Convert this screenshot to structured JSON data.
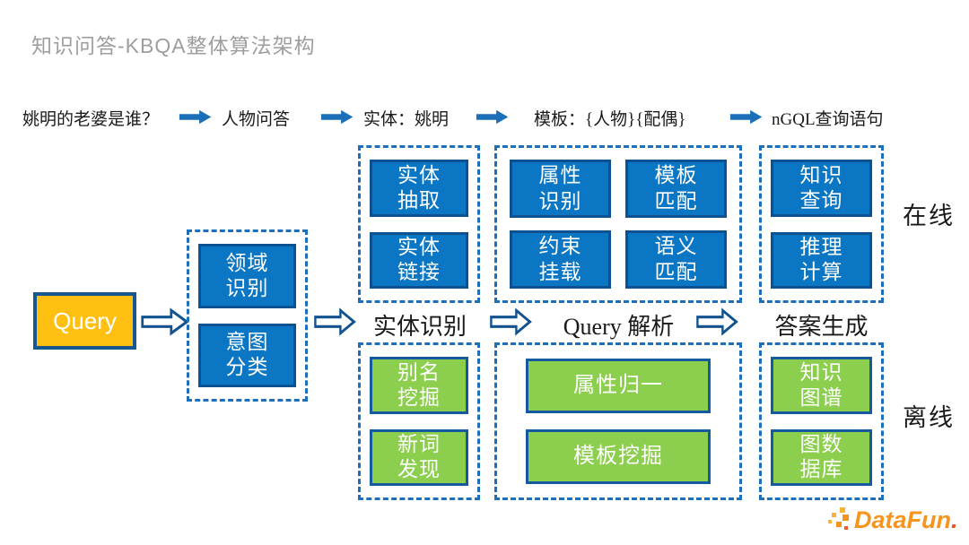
{
  "title": "知识问答-KBQA整体算法架构",
  "top_flow": {
    "items": [
      "姚明的老婆是谁？",
      "人物问答",
      "实体：姚明",
      "模板：{人物}{配偶}",
      "nGQL查询语句"
    ]
  },
  "query_box": "Query",
  "stage1": {
    "boxes": [
      "领域\n识别",
      "意图\n分类"
    ]
  },
  "columns": [
    {
      "label": "实体识别",
      "online": [
        "实体\n抽取",
        "实体\n链接"
      ],
      "offline": [
        "别名\n挖掘",
        "新词\n发现"
      ]
    },
    {
      "label": "Query 解析",
      "online": [
        "属性\n识别",
        "模板\n匹配",
        "约束\n挂载",
        "语义\n匹配"
      ],
      "offline": [
        "属性归一",
        "模板挖掘"
      ]
    },
    {
      "label": "答案生成",
      "online": [
        "知识\n查询",
        "推理\n计算"
      ],
      "offline": [
        "知识\n图谱",
        "图数\n据库"
      ]
    }
  ],
  "side_labels": {
    "online": "在线",
    "offline": "离线"
  },
  "logo": {
    "name": "DataFun",
    "dot": "."
  },
  "colors": {
    "blue_box": "#0b76c4",
    "blue_box_border": "#0c5191",
    "green_box": "#8cce4d",
    "query_box": "#ffc012",
    "arrow_blue": "#1b6fb8",
    "dashed_border": "#1e6fba",
    "title_gray": "#9e9e9e",
    "logo_orange": "#f7941d"
  }
}
